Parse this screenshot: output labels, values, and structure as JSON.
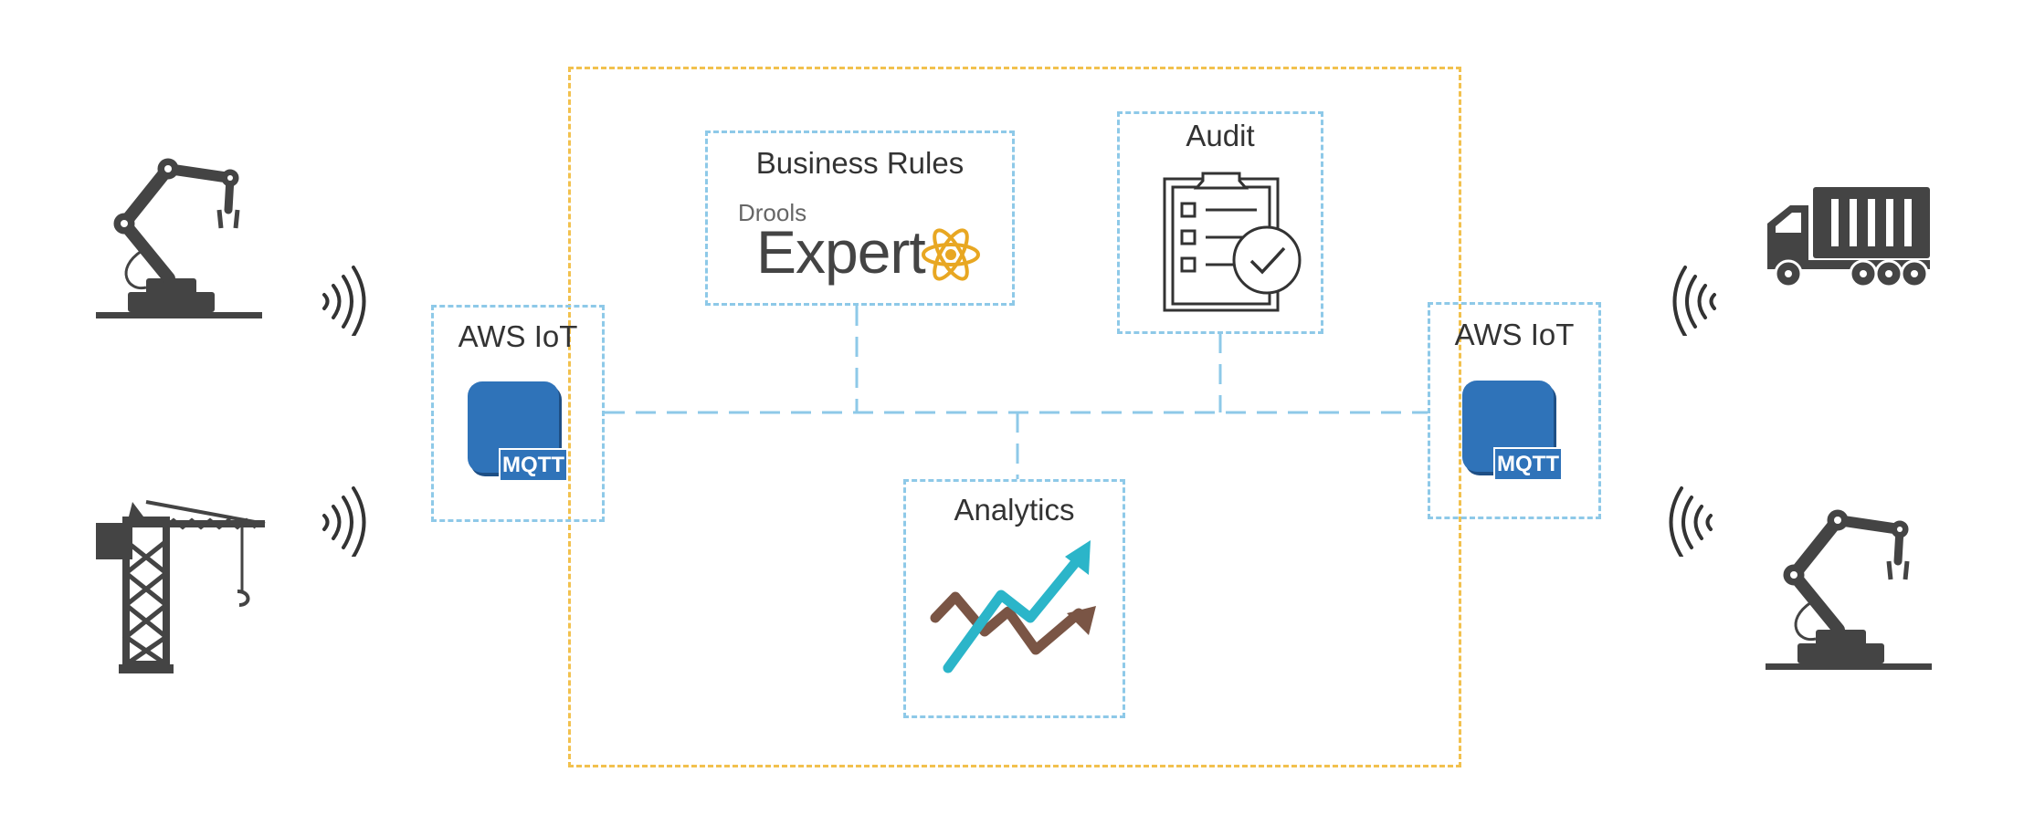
{
  "colors": {
    "outer_border": "#f2c14e",
    "component_border": "#8ec9e8",
    "icon_dark": "#444444",
    "aws_blue": "#2f73b9",
    "analytics_cyan": "#2bb5c9",
    "analytics_brown": "#7a5545",
    "drools_gold": "#e8a722"
  },
  "components": {
    "aws_left": {
      "title": "AWS IoT",
      "badge": "MQTT"
    },
    "aws_right": {
      "title": "AWS IoT",
      "badge": "MQTT"
    },
    "rules": {
      "title": "Business Rules",
      "logo_small": "Drools",
      "logo_big": "Expert"
    },
    "audit": {
      "title": "Audit"
    },
    "analytics": {
      "title": "Analytics"
    }
  },
  "devices": {
    "left": [
      "robot-arm-icon",
      "tower-crane-icon"
    ],
    "right": [
      "truck-icon",
      "robot-arm-icon"
    ],
    "signal": "wireless-signal-icon"
  }
}
